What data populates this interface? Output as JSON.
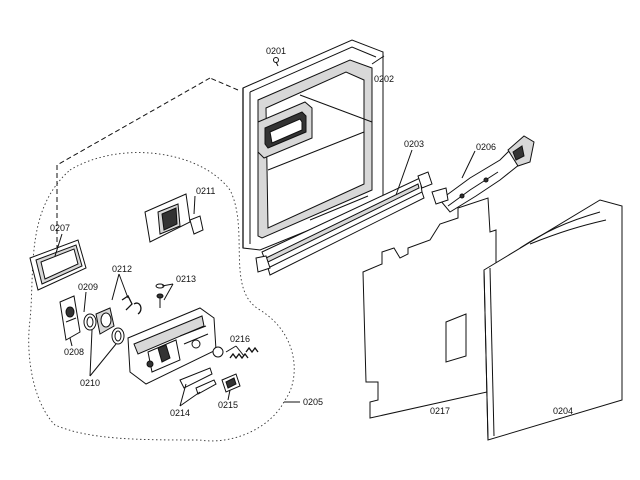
{
  "diagram": {
    "part_labels": {
      "p0201": "0201",
      "p0202": "0202",
      "p0203": "0203",
      "p0204": "0204",
      "p0205": "0205",
      "p0206": "0206",
      "p0207": "0207",
      "p0208": "0208",
      "p0209": "0209",
      "p0210": "0210",
      "p0211": "0211",
      "p0212": "0212",
      "p0213": "0213",
      "p0214": "0214",
      "p0215": "0215",
      "p0216": "0216",
      "p0217": "0217"
    }
  }
}
